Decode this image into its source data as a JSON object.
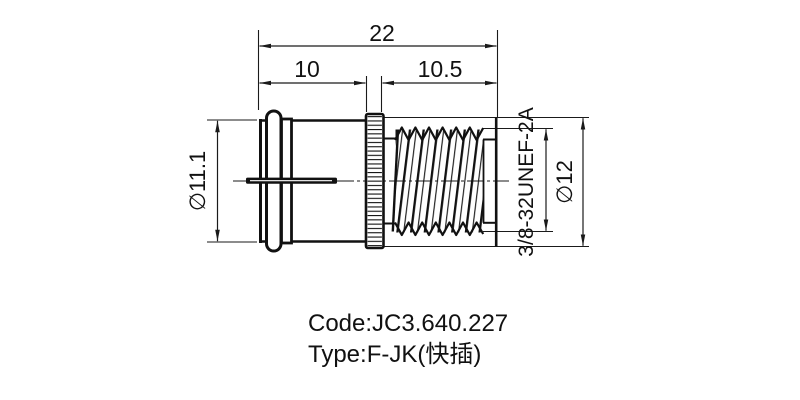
{
  "drawing": {
    "kind": "connector-technical-drawing",
    "dims": {
      "total_length": "22",
      "front_length": "10",
      "thread_length": "10.5",
      "front_diameter": "∅11.1",
      "body_diameter": "∅12",
      "thread_spec": "3/8-32UNEF-2A"
    },
    "notes": {
      "code": "Code:JC3.640.227",
      "type": "Type:F-JK(快插)"
    },
    "colors": {
      "body_line": "#111111",
      "dim_line": "#1a1a1a",
      "background": "#ffffff"
    }
  }
}
